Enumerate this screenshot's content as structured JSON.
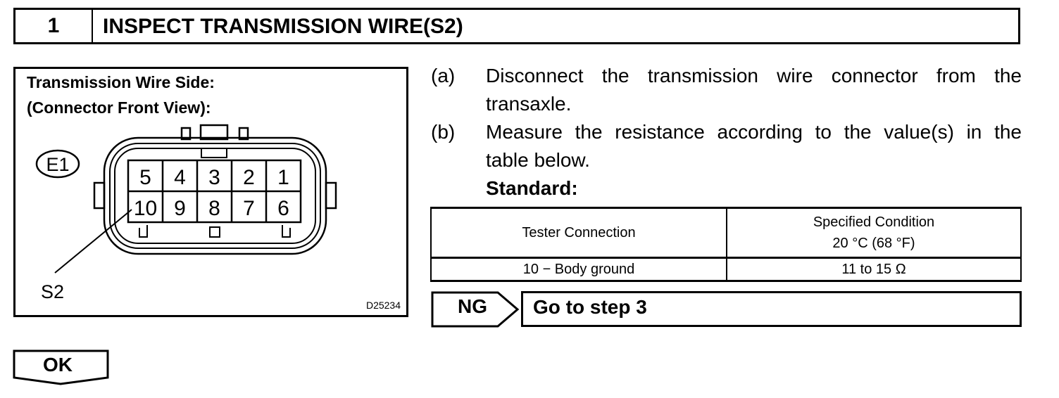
{
  "step": {
    "number": "1",
    "title": "INSPECT TRANSMISSION WIRE(S2)"
  },
  "figure": {
    "title_line1": "Transmission Wire Side:",
    "title_line2": "(Connector Front View):",
    "connector_id": "E1",
    "pins_row1": [
      "5",
      "4",
      "3",
      "2",
      "1"
    ],
    "pins_row2": [
      "10",
      "9",
      "8",
      "7",
      "6"
    ],
    "callout_label": "S2",
    "figure_code": "D25234"
  },
  "instructions": [
    {
      "label": "(a)",
      "line1": "Disconnect the transmission wire connector from the",
      "line2": "transaxle."
    },
    {
      "label": "(b)",
      "line1": "Measure the resistance according to the value(s) in the",
      "line2": "table below."
    }
  ],
  "standard_label": "Standard:",
  "spec_table": {
    "header_col1": "Tester Connection",
    "header_col2_line1": "Specified Condition",
    "header_col2_line2": "20 °C (68 °F)",
    "rows": [
      {
        "tester_connection": "10 − Body ground",
        "specified_condition": "11 to 15 Ω"
      }
    ]
  },
  "results": {
    "ng_label": "NG",
    "ng_action": "Go to step 3",
    "ok_label": "OK"
  }
}
